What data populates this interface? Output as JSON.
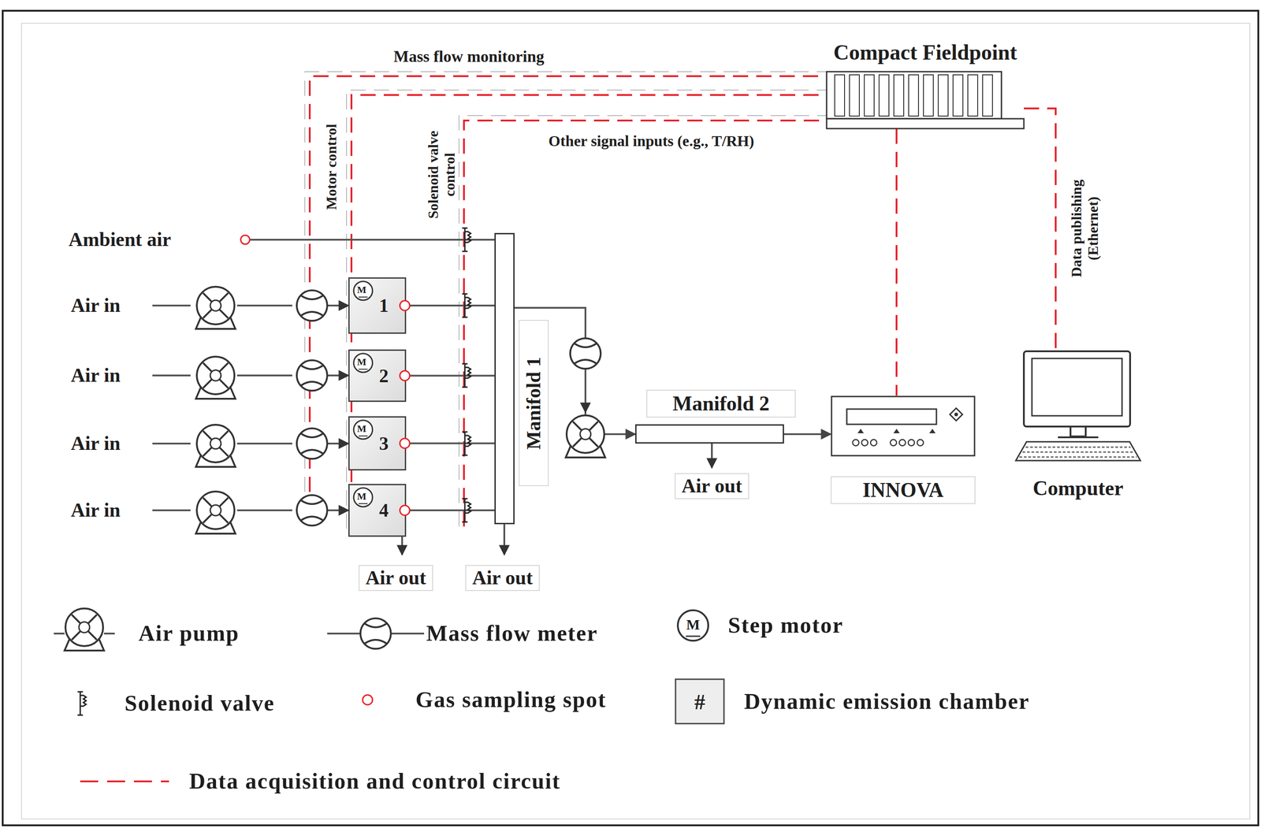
{
  "diagram": {
    "nodes": [
      {
        "text": [
          "Compact Fieldpoint"
        ]
      },
      {
        "text": [
          "1"
        ]
      },
      {
        "text": [
          "2"
        ]
      },
      {
        "text": [
          "3"
        ]
      },
      {
        "text": [
          "4"
        ]
      },
      {
        "text": [
          "Manifold 1"
        ]
      },
      {
        "text": [
          "Manifold 2"
        ]
      },
      {
        "text": [
          "INNOVA"
        ]
      },
      {
        "text": [
          "Computer"
        ]
      }
    ],
    "edges": [
      {
        "from": 0,
        "to": 7,
        "arrow": "none"
      },
      {
        "from": 0,
        "to": 8,
        "arrow": "none"
      },
      {
        "from": 1,
        "to": 5,
        "arrow": "none"
      },
      {
        "from": 2,
        "to": 5,
        "arrow": "none"
      },
      {
        "from": 3,
        "to": 5,
        "arrow": "none"
      },
      {
        "from": 4,
        "to": 5,
        "arrow": "none"
      },
      {
        "from": 5,
        "to": 6,
        "arrow": "to"
      },
      {
        "from": 6,
        "to": 7,
        "arrow": "to"
      }
    ],
    "labels": [
      "Mass flow monitoring",
      "Motor control",
      "Solenoid valve control",
      "Other signal inputs (e.g., T/RH)",
      "Data publishing (Ethernet)",
      "Ambient air",
      "Air in",
      "Air in",
      "Air in",
      "Air in",
      "Air out",
      "Air out",
      "Air out",
      "M",
      "M",
      "M",
      "M",
      "M",
      "#"
    ],
    "legend": [
      {
        "text": "Air pump"
      },
      {
        "text": "Mass flow meter"
      },
      {
        "text": "Step motor"
      },
      {
        "text": "Solenoid valve"
      },
      {
        "text": "Gas sampling spot"
      },
      {
        "text": "Dynamic emission chamber"
      },
      {
        "text": "Data acquisition and control circuit"
      }
    ]
  }
}
